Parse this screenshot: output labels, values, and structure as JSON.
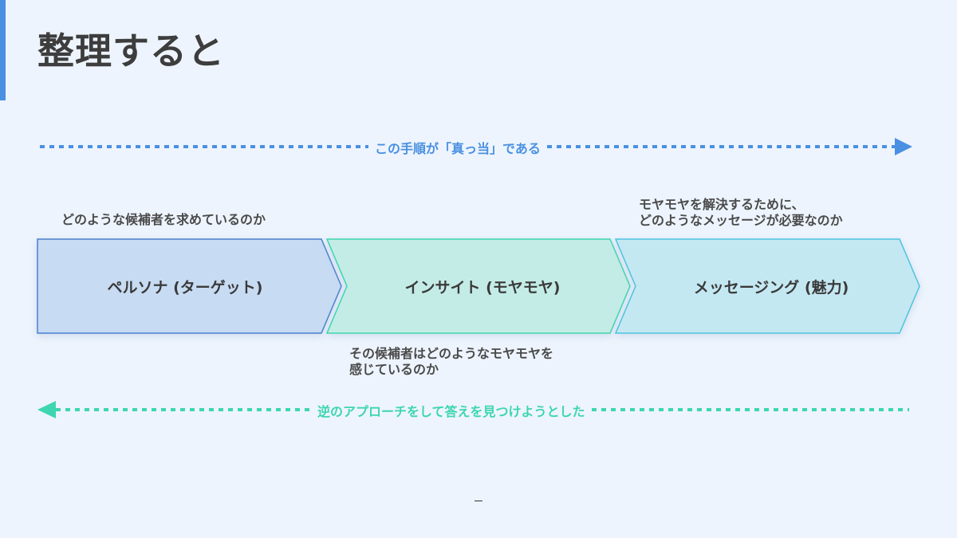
{
  "title": "整理すると",
  "forward_flow": {
    "label": "この手順が「真っ当」である",
    "color": "#4a90e2"
  },
  "reverse_flow": {
    "label": "逆のアプローチをして答えを見つけようとした",
    "color": "#3dd6b0"
  },
  "steps": [
    {
      "label": "ペルソナ (ターゲット)",
      "fill": "#c7dbf3",
      "stroke": "#4a7fcf"
    },
    {
      "label": "インサイト (モヤモヤ)",
      "fill": "#c4ece6",
      "stroke": "#3dd6b0"
    },
    {
      "label": "メッセージング (魅力)",
      "fill": "#c4e8f2",
      "stroke": "#4ec3e0"
    }
  ],
  "notes": {
    "persona": [
      "どのような候補者を求めているのか"
    ],
    "insight": [
      "その候補者はどのようなモヤモヤを",
      "感じているのか"
    ],
    "messaging": [
      "モヤモヤを解決するために、",
      "どのようなメッセージが必要なのか"
    ]
  },
  "page_marker": "–"
}
